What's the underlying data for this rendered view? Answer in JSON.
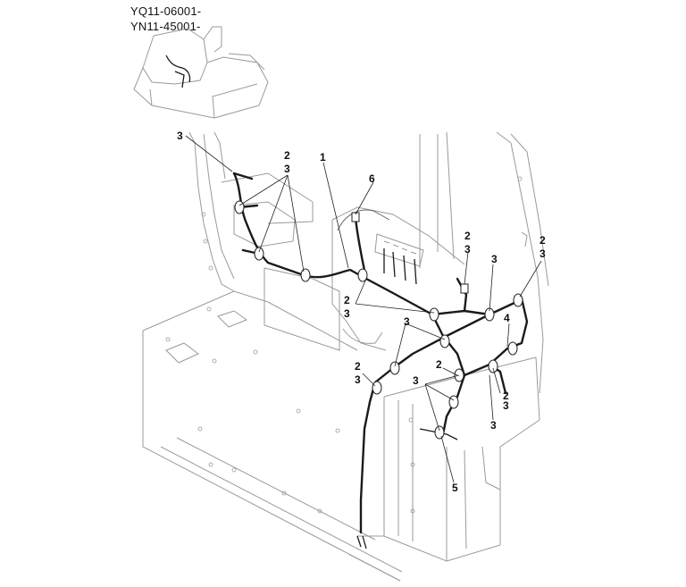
{
  "serials": [
    "YQ11-06001-",
    "YN11-45001-"
  ],
  "callouts": {
    "c1": "1",
    "c2": "2",
    "c3": "3",
    "c4": "4",
    "c5": "5",
    "c6": "6"
  }
}
